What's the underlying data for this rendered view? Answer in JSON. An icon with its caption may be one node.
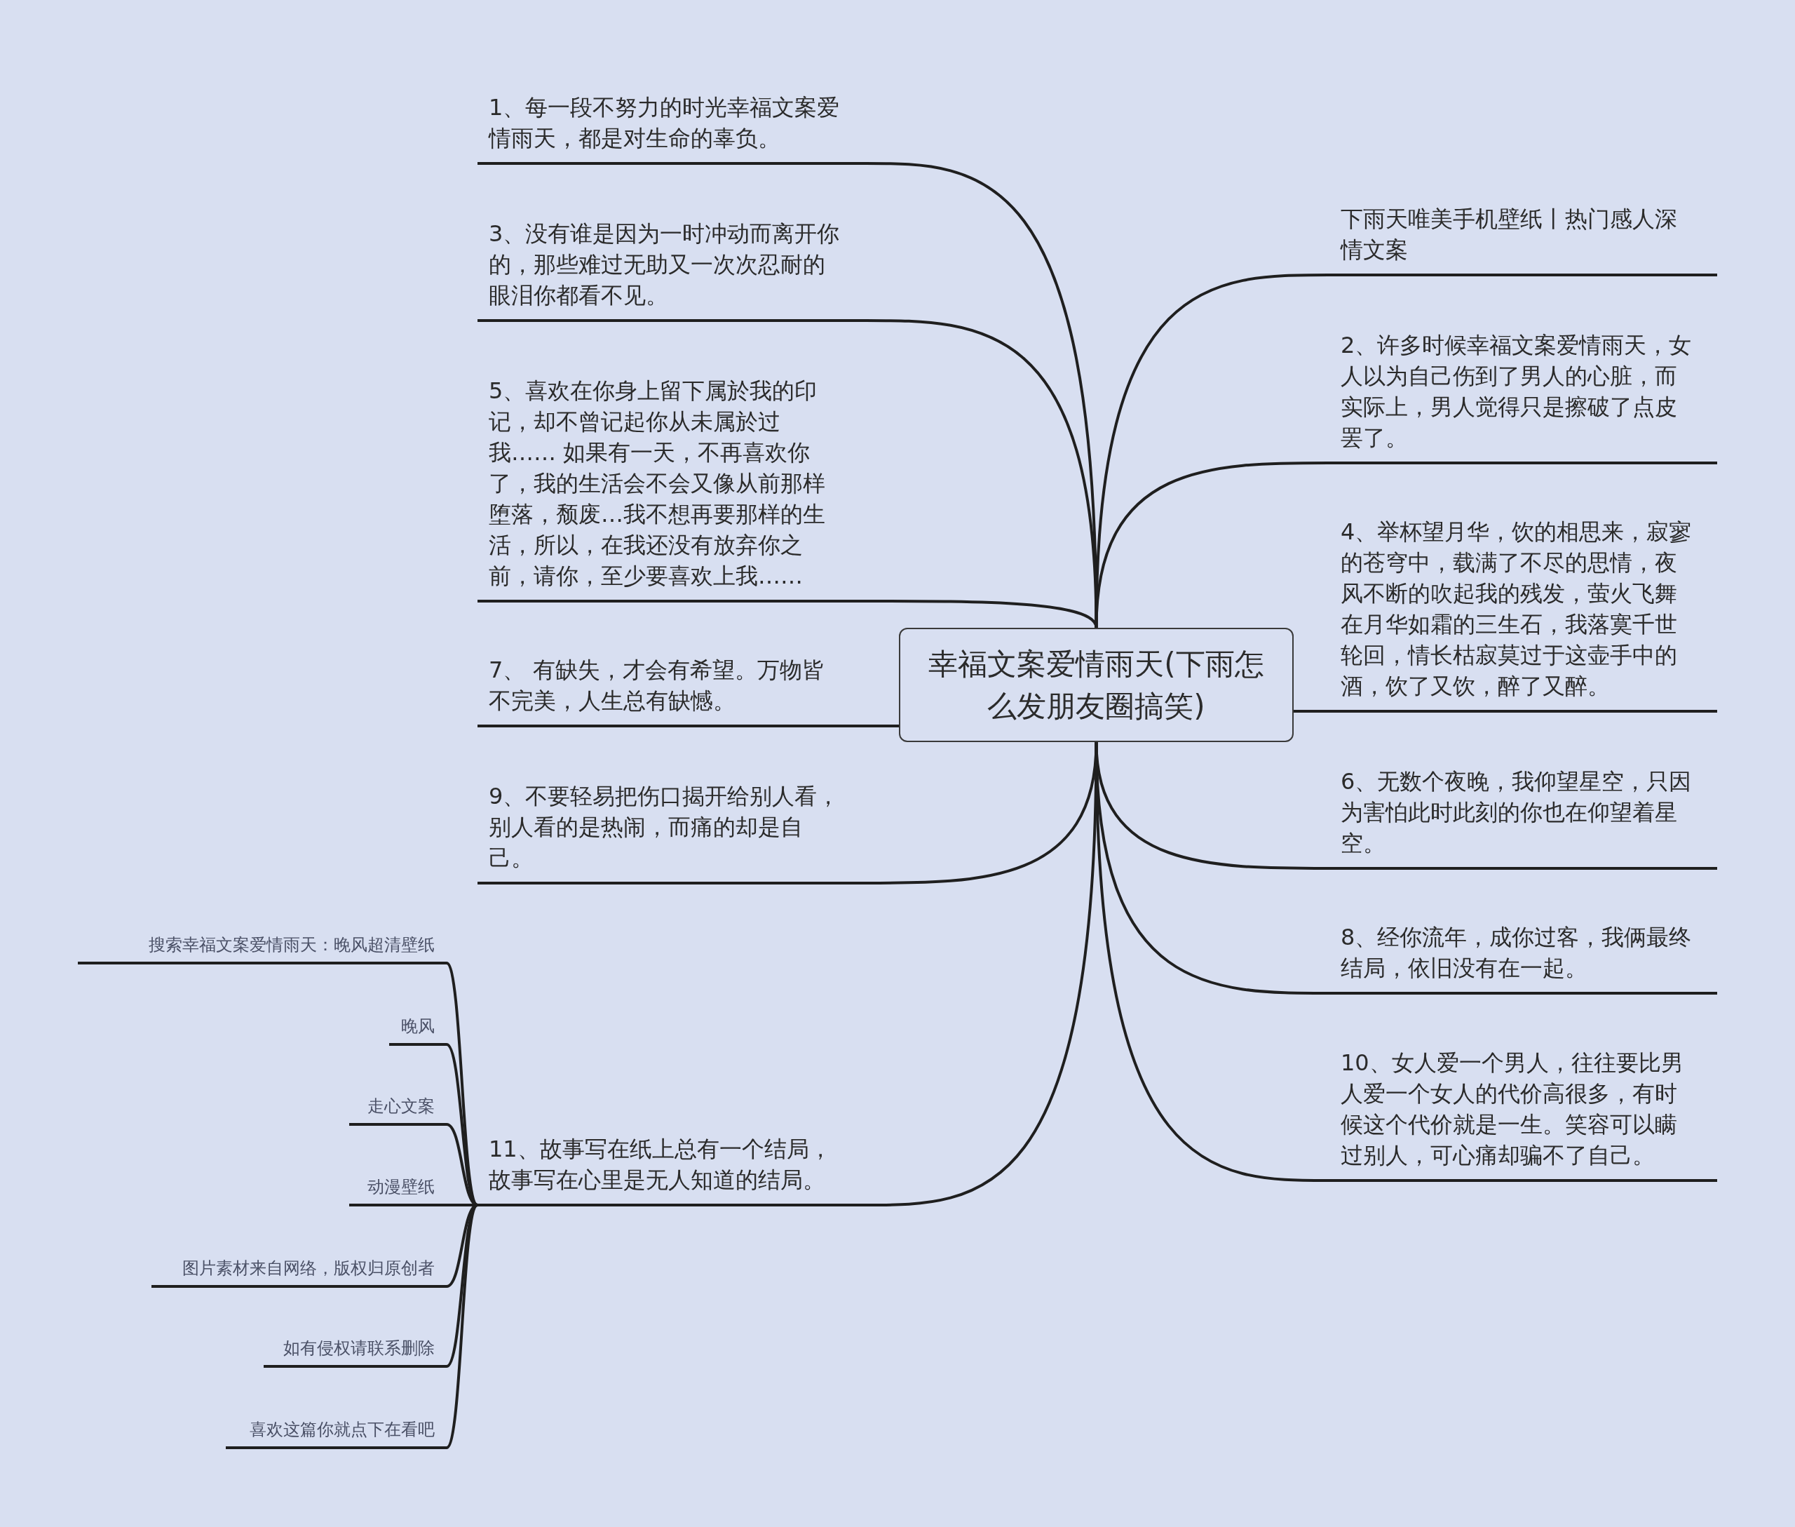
{
  "diagram": {
    "nodes": [
      {
        "text": [
          "幸福文案爱情雨天(下雨怎么发朋友圈搞笑)"
        ]
      },
      {
        "text": [
          "1、每一段不努力的时光幸福文案爱情雨天，都是对生命的辜负。"
        ]
      },
      {
        "text": [
          "3、没有谁是因为一时冲动而离开你的，那些难过无助又一次次忍耐的眼泪你都看不见。"
        ]
      },
      {
        "text": [
          "5、喜欢在你身上留下属於我的印记，却不曾记起你从未属於过我…… 如果有一天，不再喜欢你了，我的生活会不会又像从前那样堕落，颓废…我不想再要那样的生活，所以，在我还没有放弃你之前，请你，至少要喜欢上我……"
        ]
      },
      {
        "text": [
          "7、 有缺失，才会有希望。万物皆不完美，人生总有缺憾。"
        ]
      },
      {
        "text": [
          "9、不要轻易把伤口揭开给别人看，别人看的是热闹，而痛的却是自己。"
        ]
      },
      {
        "text": [
          "11、故事写在纸上总有一个结局，故事写在心里是无人知道的结局。"
        ]
      },
      {
        "text": [
          "搜索幸福文案爱情雨天：晚风超清壁纸"
        ]
      },
      {
        "text": [
          "晚风"
        ]
      },
      {
        "text": [
          "走心文案"
        ]
      },
      {
        "text": [
          "动漫壁纸"
        ]
      },
      {
        "text": [
          "图片素材来自网络，版权归原创者"
        ]
      },
      {
        "text": [
          "如有侵权请联系删除"
        ]
      },
      {
        "text": [
          "喜欢这篇你就点下在看吧"
        ]
      },
      {
        "text": [
          "下雨天唯美手机壁纸丨热门感人深情文案"
        ]
      },
      {
        "text": [
          "2、许多时候幸福文案爱情雨天，女人以为自己伤到了男人的心脏，而实际上，男人觉得只是擦破了点皮罢了。"
        ]
      },
      {
        "text": [
          "4、举杯望月华，饮的相思来，寂寥的苍穹中，载满了不尽的思情，夜风不断的吹起我的残发，萤火飞舞在月华如霜的三生石，我落寞千世轮回，情长枯寂莫过于这壶手中的酒，饮了又饮，醉了又醉。"
        ]
      },
      {
        "text": [
          "6、无数个夜晚，我仰望星空，只因为害怕此时此刻的你也在仰望着星空。"
        ]
      },
      {
        "text": [
          "8、经你流年，成你过客，我俩最终结局，依旧没有在一起。"
        ]
      },
      {
        "text": [
          "10、女人爱一个男人，往往要比男人爱一个女人的代价高很多，有时候这个代价就是一生。笑容可以瞒过别人，可心痛却骗不了自己。"
        ]
      }
    ],
    "edges": [
      {
        "from": 0,
        "to": 1,
        "arrow": "none"
      },
      {
        "from": 0,
        "to": 2,
        "arrow": "none"
      },
      {
        "from": 0,
        "to": 3,
        "arrow": "none"
      },
      {
        "from": 0,
        "to": 4,
        "arrow": "none"
      },
      {
        "from": 0,
        "to": 5,
        "arrow": "none"
      },
      {
        "from": 0,
        "to": 6,
        "arrow": "none"
      },
      {
        "from": 6,
        "to": 7,
        "arrow": "none"
      },
      {
        "from": 6,
        "to": 8,
        "arrow": "none"
      },
      {
        "from": 6,
        "to": 9,
        "arrow": "none"
      },
      {
        "from": 6,
        "to": 10,
        "arrow": "none"
      },
      {
        "from": 6,
        "to": 11,
        "arrow": "none"
      },
      {
        "from": 6,
        "to": 12,
        "arrow": "none"
      },
      {
        "from": 6,
        "to": 13,
        "arrow": "none"
      },
      {
        "from": 0,
        "to": 14,
        "arrow": "none"
      },
      {
        "from": 0,
        "to": 15,
        "arrow": "none"
      },
      {
        "from": 0,
        "to": 16,
        "arrow": "none"
      },
      {
        "from": 0,
        "to": 17,
        "arrow": "none"
      },
      {
        "from": 0,
        "to": 18,
        "arrow": "none"
      },
      {
        "from": 0,
        "to": 19,
        "arrow": "none"
      }
    ]
  }
}
